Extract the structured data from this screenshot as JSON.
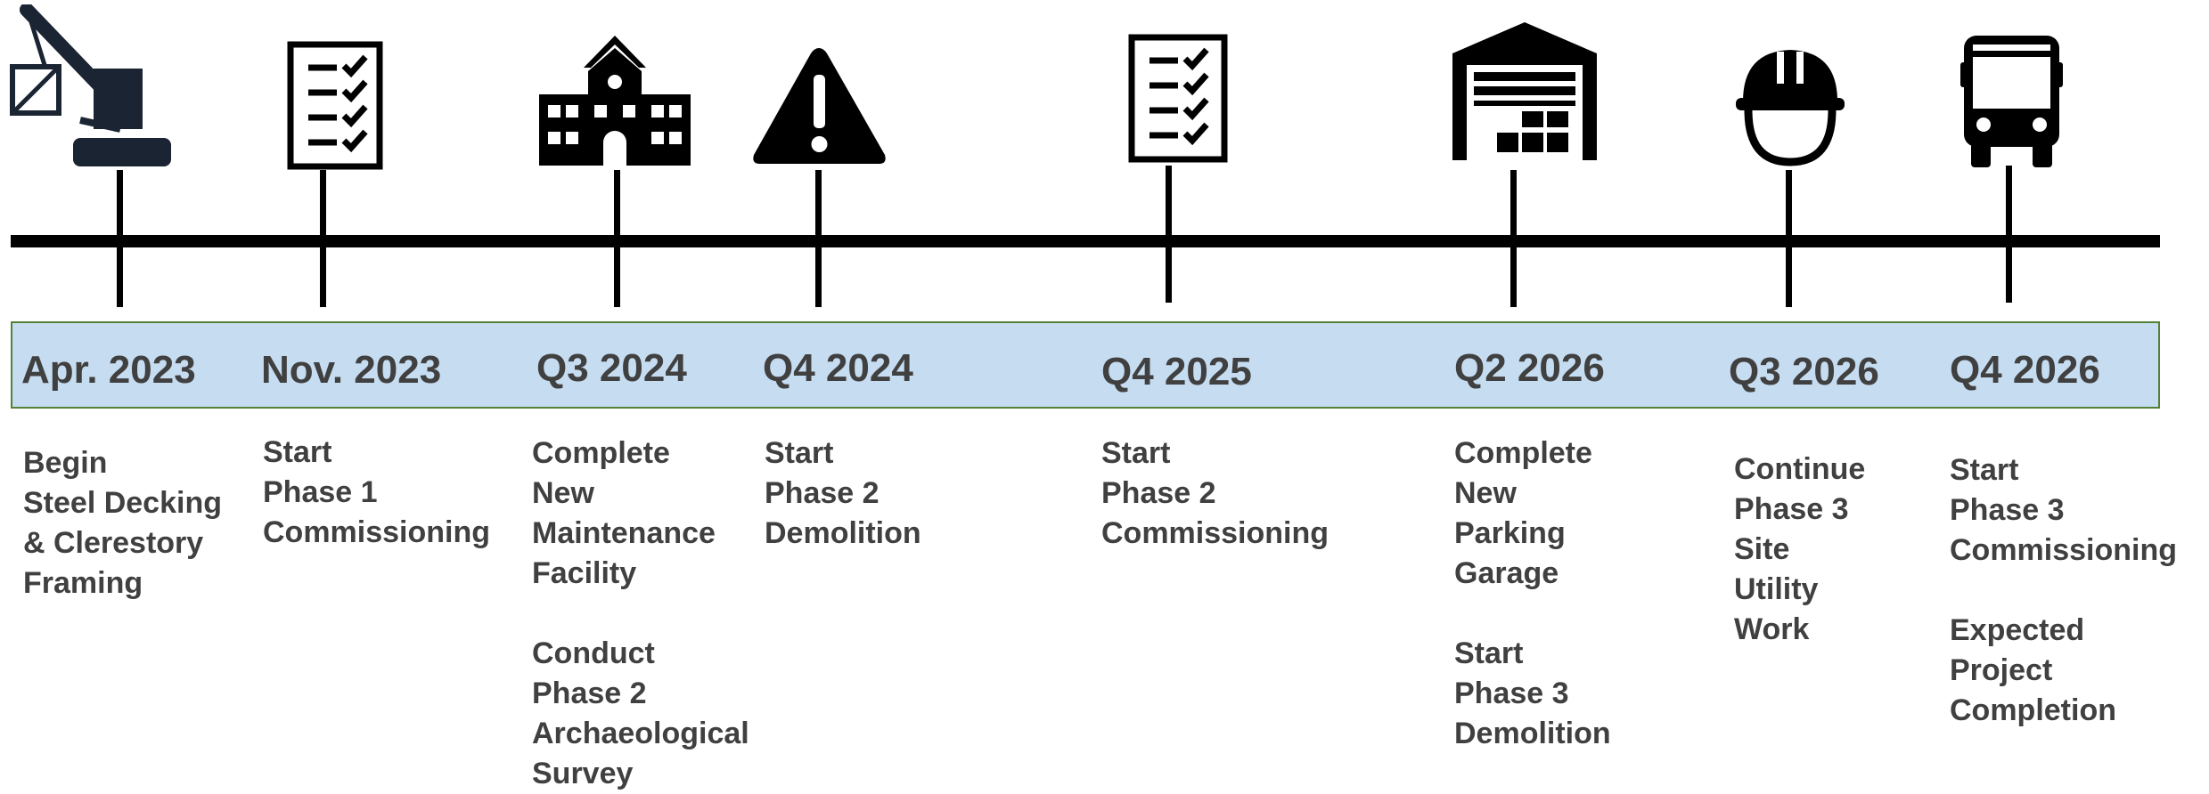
{
  "colors": {
    "band_fill": "#c6dcf1",
    "band_border": "#548235",
    "text": "#404040",
    "line": "#000000"
  },
  "milestones": [
    {
      "date": "Apr. 2023",
      "icon": "crane-icon",
      "description": [
        "Begin",
        "Steel Decking",
        "& Clerestory",
        "Framing"
      ]
    },
    {
      "date": "Nov. 2023",
      "icon": "checklist-icon",
      "description": [
        "Start",
        "Phase 1",
        "Commissioning"
      ]
    },
    {
      "date": "Q3 2024",
      "icon": "school-building-icon",
      "description": [
        "Complete",
        "New",
        "Maintenance",
        "Facility",
        "",
        "Conduct",
        "Phase 2",
        "Archaeological",
        "Survey"
      ]
    },
    {
      "date": "Q4 2024",
      "icon": "warning-icon",
      "description": [
        "Start",
        "Phase 2",
        "Demolition"
      ]
    },
    {
      "date": "Q4 2025",
      "icon": "checklist-icon",
      "description": [
        "Start",
        "Phase 2",
        "Commissioning"
      ]
    },
    {
      "date": "Q2 2026",
      "icon": "warehouse-icon",
      "description": [
        "Complete",
        "New",
        "Parking",
        "Garage",
        "",
        "Start",
        "Phase 3",
        "Demolition"
      ]
    },
    {
      "date": "Q3 2026",
      "icon": "hard-hat-icon",
      "description": [
        "Continue",
        "Phase 3",
        "Site",
        "Utility",
        "Work"
      ]
    },
    {
      "date": "Q4 2026",
      "icon": "bus-icon",
      "description": [
        "Start",
        "Phase 3",
        "Commissioning",
        "",
        "Expected",
        "Project",
        "Completion"
      ]
    }
  ]
}
